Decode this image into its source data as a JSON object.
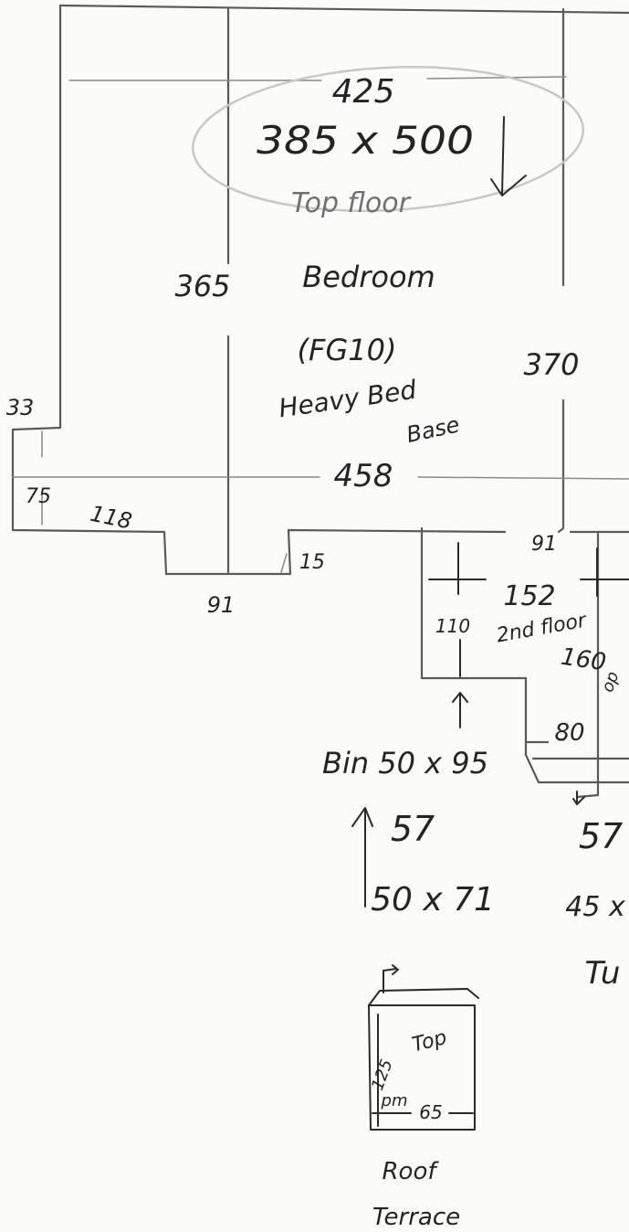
{
  "sketch": {
    "top_room": {
      "dim_width": "425",
      "dim_area": "385 x 500",
      "floor_label": "Top floor",
      "name": "Bedroom",
      "code": "(FG10)",
      "note_line1": "Heavy Bed",
      "note_line2": "Base",
      "dim_left": "365",
      "dim_right": "370",
      "dim_bottom": "458"
    },
    "left_step": {
      "dim_33": "33",
      "dim_75": "75",
      "dim_118": "118",
      "dim_91": "91",
      "dim_15": "15"
    },
    "second_floor": {
      "dim_91": "91",
      "dim_152": "152",
      "floor_label": "2nd floor",
      "dim_110": "110",
      "dim_160": "160",
      "mark": "op",
      "dim_80": "80"
    },
    "stairs_left": {
      "line1": "Bin 50 x 95",
      "line2": "57",
      "line3": "50 x 71"
    },
    "stairs_right": {
      "line1": "57",
      "line2": "45 x",
      "line3": "Tu"
    },
    "roof_terrace": {
      "top": "Top",
      "dim_125": "125",
      "mark": "pm",
      "dim_65": "65",
      "label_line1": "Roof",
      "label_line2": "Terrace"
    }
  }
}
